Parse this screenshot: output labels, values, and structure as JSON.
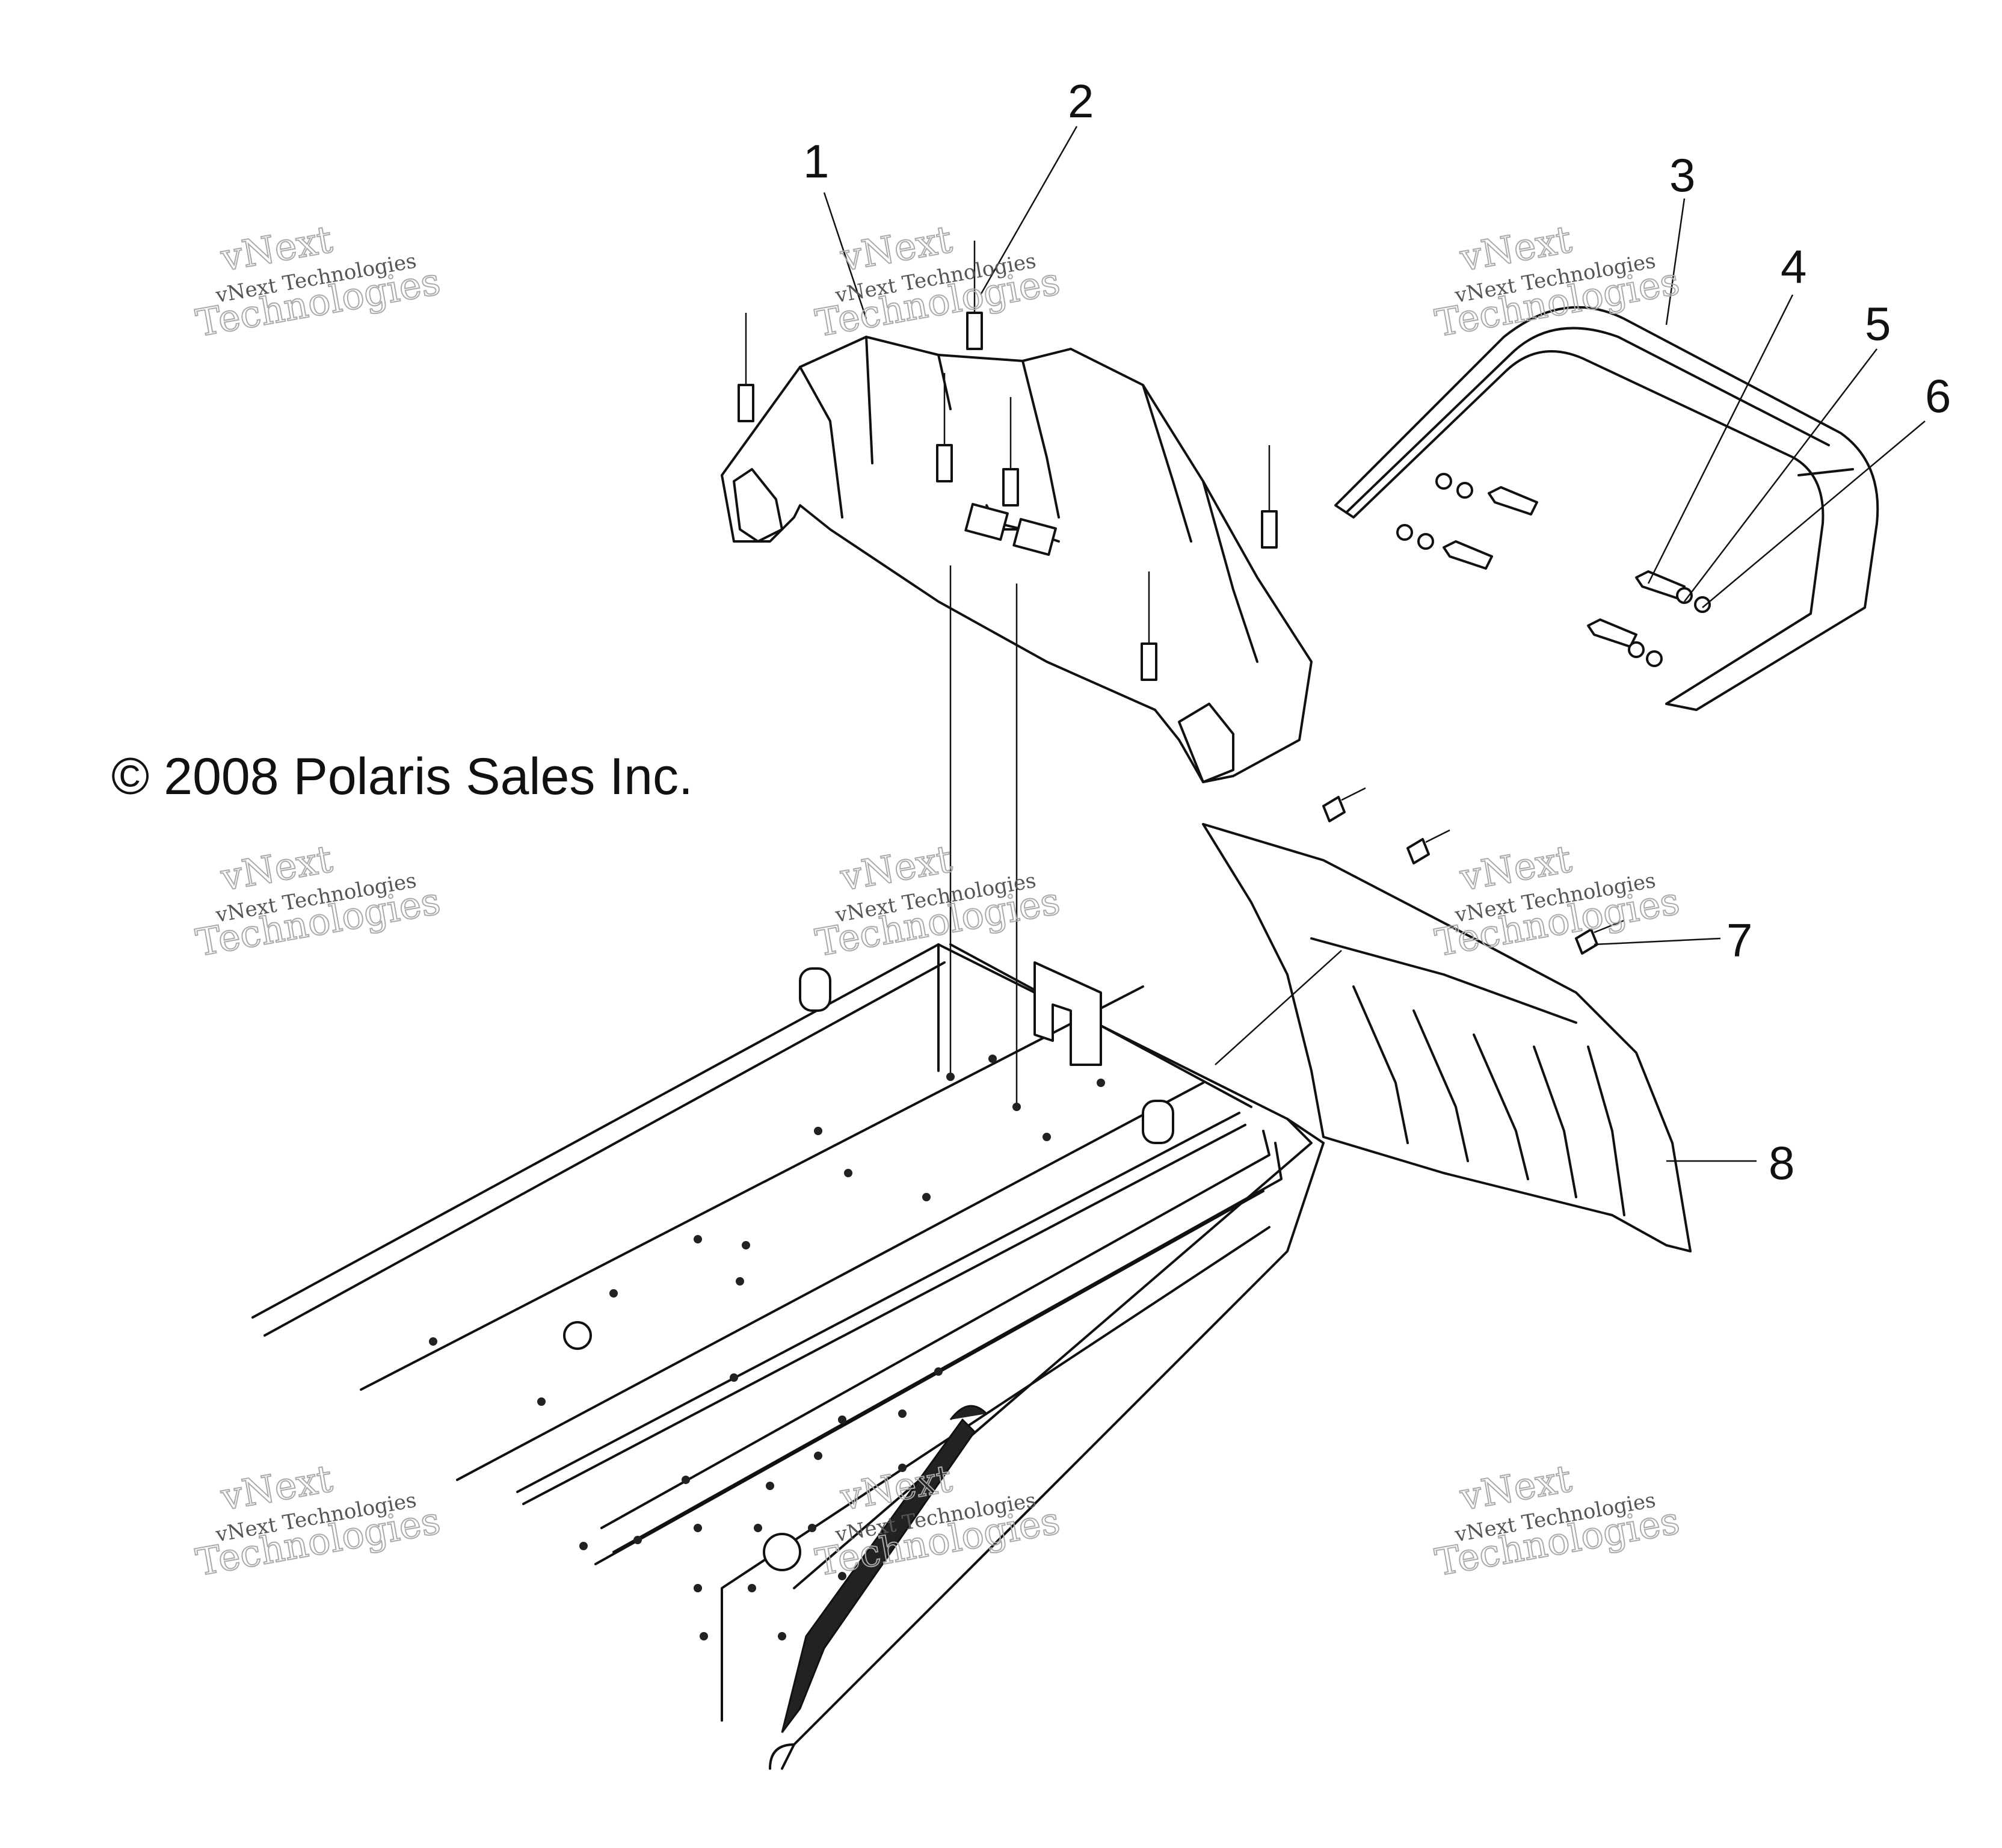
{
  "figure": {
    "copyright": "© 2008 Polaris Sales Inc.",
    "callouts": [
      "1",
      "2",
      "3",
      "4",
      "5",
      "6",
      "7",
      "8"
    ]
  },
  "watermark": {
    "line1": "vNext Technologies",
    "line2": "vNext",
    "line3": "Technologies"
  }
}
